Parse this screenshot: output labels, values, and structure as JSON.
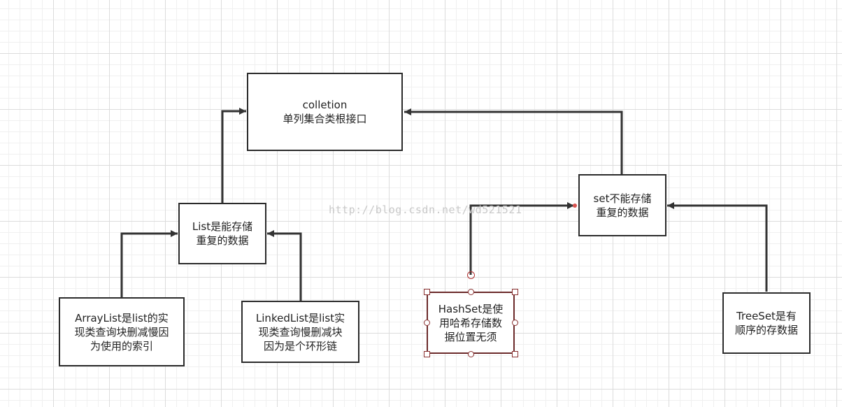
{
  "nodes": {
    "collection": {
      "line1": "colletion",
      "line2": "单列集合类根接口"
    },
    "list": {
      "line1": "List是能存储",
      "line2": "重复的数据"
    },
    "set": {
      "line1": "set不能存储",
      "line2": "重复的数据"
    },
    "arraylist": {
      "line1": "ArrayList是list的实",
      "line2": "现类查询块删减慢因",
      "line3": "为使用的索引"
    },
    "linkedlist": {
      "line1": "LinkedList是list实",
      "line2": "现类查询慢删减块",
      "line3": "因为是个环形链"
    },
    "hashset": {
      "line1": "HashSet是使",
      "line2": "用哈希存储数",
      "line3": "据位置无须"
    },
    "treeset": {
      "line1": "TreeSet是有",
      "line2": "顺序的存数据"
    }
  },
  "watermark": "http://blog.csdn.net/wd521521",
  "colors": {
    "border": "#2b2b2b",
    "connector": "#333333",
    "selection": "#8a3030",
    "grid": "#dcdcdc"
  }
}
